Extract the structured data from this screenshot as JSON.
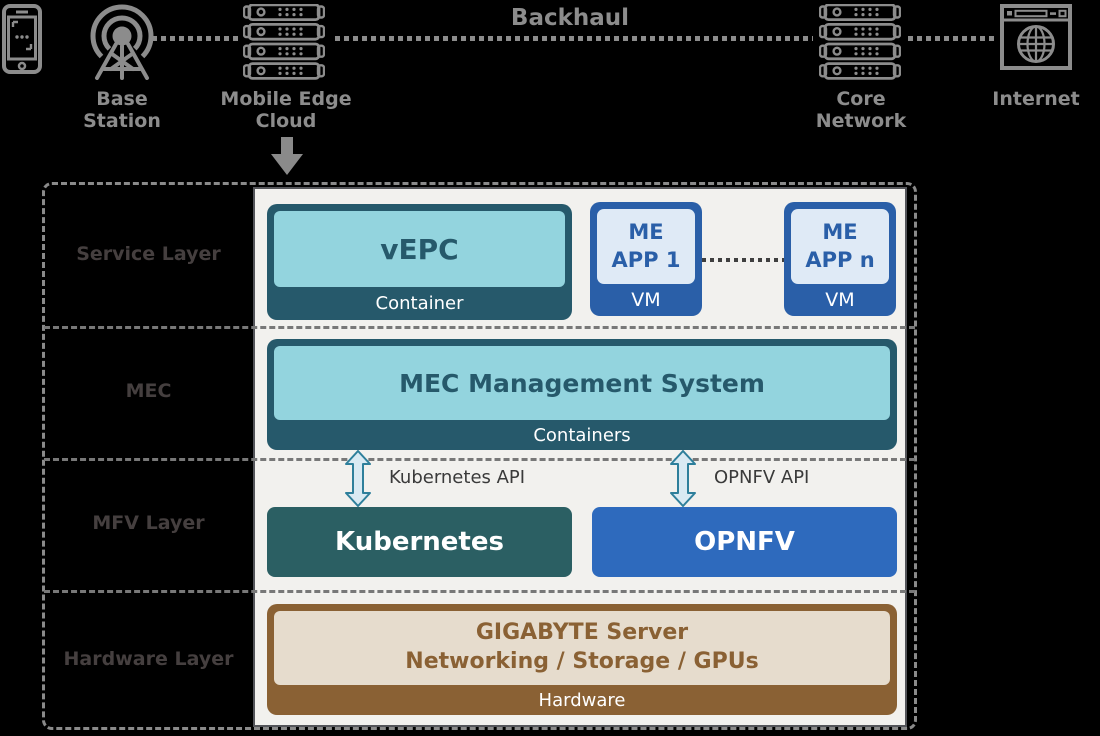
{
  "colors": {
    "background": "#000000",
    "muted_gray": "#8c8c8c",
    "panel_bg": "#f2f1ee",
    "teal_dark": "#26596b",
    "teal_light": "#93d4de",
    "kubernetes_teal": "#2b5f63",
    "blue_dark": "#2a5fa8",
    "blue_light": "#dfeaf6",
    "opnfv_blue": "#2e6abd",
    "brown": "#8a6134",
    "beige": "#e6dccd",
    "arrow_fill": "#d9eaf3",
    "arrow_stroke": "#2e7f9b"
  },
  "top_row": {
    "backhaul_label": "Backhaul",
    "base_station_label": "Base\nStation",
    "mobile_edge_cloud_label": "Mobile Edge\nCloud",
    "core_network_label": "Core\nNetwork",
    "internet_label": "Internet"
  },
  "layers": [
    {
      "name": "Service Layer"
    },
    {
      "name": "MEC"
    },
    {
      "name": "MFV Layer"
    },
    {
      "name": "Hardware Layer"
    }
  ],
  "service_layer": {
    "vepc": {
      "title": "vEPC",
      "band": "Container"
    },
    "me_app_1": {
      "title": "ME\nAPP 1",
      "band": "VM"
    },
    "me_app_n": {
      "title": "ME\nAPP n",
      "band": "VM"
    }
  },
  "mec_layer": {
    "management": {
      "title": "MEC Management System",
      "band": "Containers"
    }
  },
  "mfv_layer": {
    "kubernetes_api_label": "Kubernetes API",
    "opnfv_api_label": "OPNFV API",
    "kubernetes_label": "Kubernetes",
    "opnfv_label": "OPNFV"
  },
  "hardware_layer": {
    "server": {
      "title": "GIGABYTE Server\nNetworking / Storage / GPUs",
      "band": "Hardware"
    }
  }
}
